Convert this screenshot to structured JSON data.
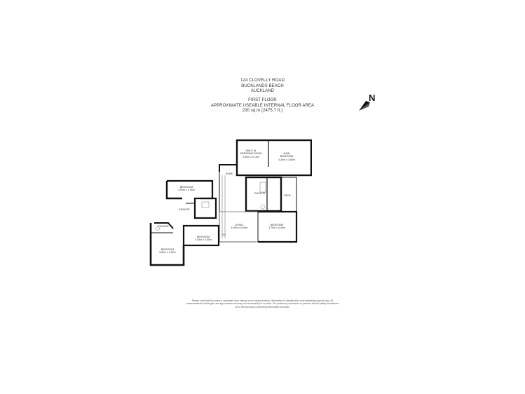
{
  "address": {
    "line1": "124 CLOVELLY ROAD",
    "line2": "BUCKLANDS BEACH",
    "line3": "AUCKLAND"
  },
  "floor": {
    "name": "FIRST FLOOR",
    "area_label": "APPROXIMATE USEABLE INTERNAL FLOOR AREA",
    "area_value": "230 sq.m (2475.7 ft.)"
  },
  "compass": {
    "letter": "N",
    "icon": "north-arrow-icon"
  },
  "rooms": {
    "walk_in": {
      "name": "WALK IN",
      "name2": "DRESSING ROOM",
      "dims": "3.50m x 2.15m"
    },
    "main_bedroom": {
      "name": "MAIN",
      "name2": "BEDROOM",
      "dims": "4.30m x 3.80m"
    },
    "robe": {
      "name": "ROBE"
    },
    "bedroom_nw": {
      "name": "BEDROOM",
      "dims": "3.90m x 4.00m"
    },
    "ensuite_main": {
      "name": "ENSUITE"
    },
    "deck": {
      "name": "DECK"
    },
    "ensuite_mid": {
      "name": "ENSUITE"
    },
    "ensuite_sw": {
      "name": "ENSUITE"
    },
    "living": {
      "name": "LIVING",
      "dims": "3.90m x 4.90m"
    },
    "bedroom_se": {
      "name": "BEDROOM",
      "dims": "3.70m x 4.40m"
    },
    "bedroom_mid": {
      "name": "BEDROOM",
      "dims": "3.40m x 3.80m"
    },
    "bedroom_sw": {
      "name": "BEDROOM",
      "dims": "3.60m x 3.80m"
    },
    "dn": {
      "name": "DN"
    }
  },
  "disclaimer": {
    "line1": "Please note that floor area is calculated from internal room measurements. Illustration for identification and marketing purpose only. All",
    "line2": "measurements and lengths are approximate and may not necessarily be to scale. Our preferred purchasers or persons should satisfy themselves",
    "line3": "as to the accuracy concerning information provided."
  },
  "colors": {
    "wall": "#111111",
    "thin_line": "#777777",
    "text": "#333333"
  }
}
